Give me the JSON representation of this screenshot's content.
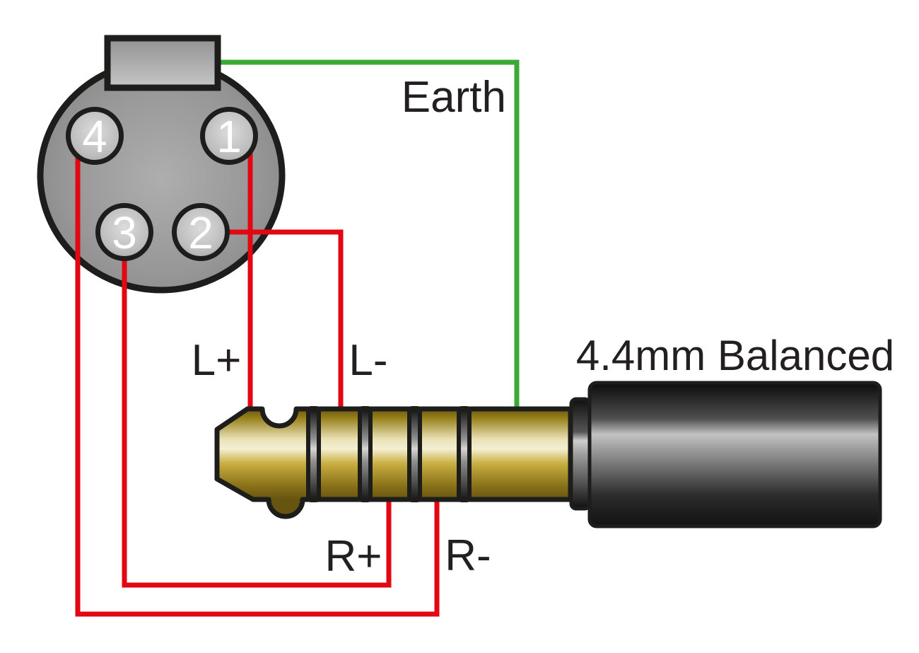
{
  "title": "4.4mm Balanced",
  "xlr": {
    "pins": {
      "top_left": "4",
      "top_right": "1",
      "bottom_left": "3",
      "bottom_right": "2"
    }
  },
  "wires": {
    "earth": {
      "label": "Earth",
      "color": "#3aaa35"
    },
    "l_plus": {
      "label": "L+",
      "color": "#e30613"
    },
    "l_minus": {
      "label": "L-",
      "color": "#e30613"
    },
    "r_plus": {
      "label": "R+",
      "color": "#e30613"
    },
    "r_minus": {
      "label": "R-",
      "color": "#e30613"
    }
  },
  "colors": {
    "outline": "#1d1d1b",
    "text": "#231f20"
  }
}
